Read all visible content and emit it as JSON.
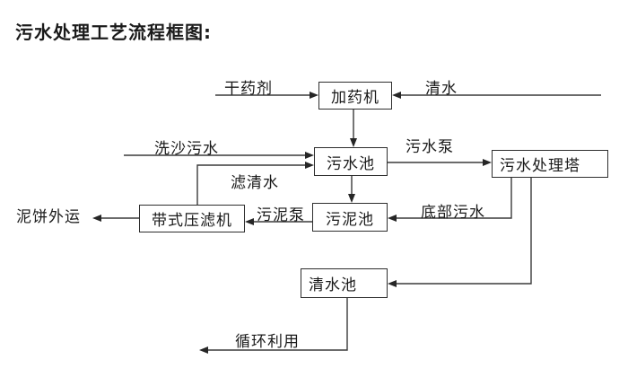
{
  "title": "污水处理工艺流程框图:",
  "nodes": {
    "dosing_machine": "加药机",
    "sewage_pool": "污水池",
    "treatment_tower": "污水处理塔",
    "sludge_pool": "污泥池",
    "belt_filter_press": "带式压滤机",
    "clean_water_pool": "清水池"
  },
  "flow_labels": {
    "dry_agent": "干药剂",
    "clean_water": "清水",
    "sand_washing_sewage": "洗沙污水",
    "sewage_pump": "污水泵",
    "filtered_water": "滤清水",
    "sludge_pump": "污泥泵",
    "bottom_sewage": "底部污水",
    "mud_cake_outbound": "泥饼外运",
    "recycling_use": "循环利用"
  },
  "edges": [
    {
      "from": "干药剂",
      "to": "加药机",
      "label": "干药剂"
    },
    {
      "from": "清水",
      "to": "加药机",
      "label": "清水"
    },
    {
      "from": "加药机",
      "to": "污水池",
      "label": ""
    },
    {
      "from": "洗沙污水",
      "to": "污水池",
      "label": "洗沙污水"
    },
    {
      "from": "带式压滤机",
      "to": "污水池",
      "label": "滤清水"
    },
    {
      "from": "污水池",
      "to": "污水处理塔",
      "label": "污水泵"
    },
    {
      "from": "污水池",
      "to": "污泥池",
      "label": ""
    },
    {
      "from": "污水处理塔",
      "to": "污泥池",
      "label": "底部污水"
    },
    {
      "from": "污水处理塔",
      "to": "清水池",
      "label": ""
    },
    {
      "from": "污泥池",
      "to": "带式压滤机",
      "label": "污泥泵"
    },
    {
      "from": "带式压滤机",
      "to": "泥饼外运",
      "label": "泥饼外运"
    },
    {
      "from": "清水池",
      "to": "循环利用",
      "label": "循环利用"
    }
  ],
  "colors": {
    "background": "#ffffff",
    "line": "#3a3a3a",
    "box_border": "#2e2e2e",
    "text": "#1a1a1a"
  }
}
